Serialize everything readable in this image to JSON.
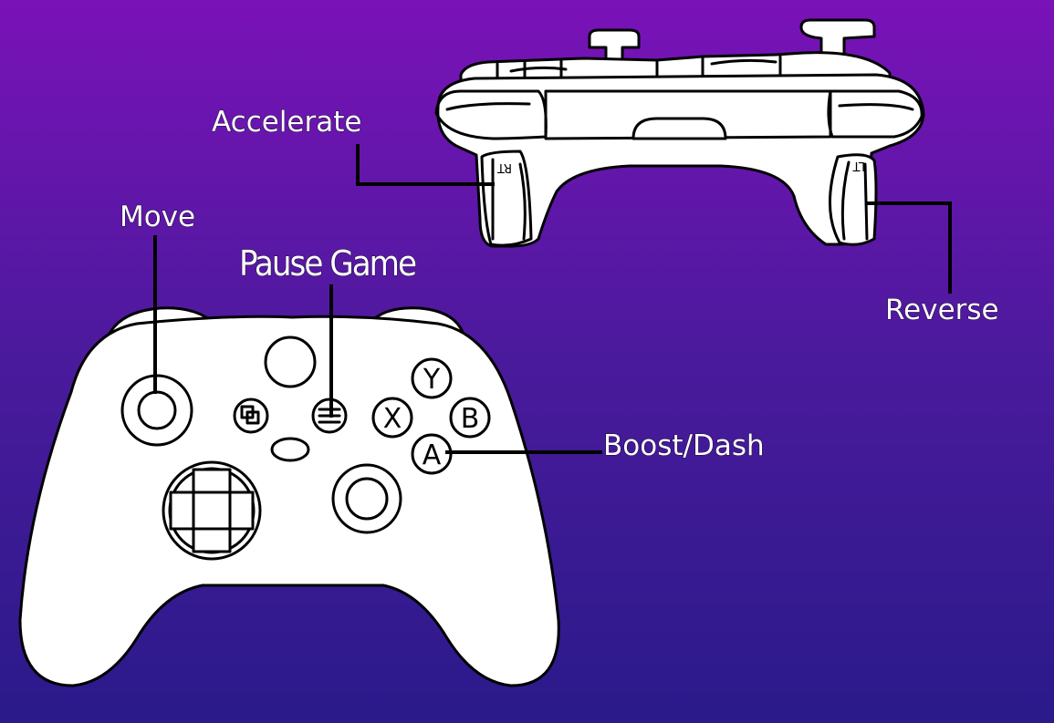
{
  "background": {
    "top": "#7a12b8",
    "bottom": "#2a1a8a"
  },
  "labels": {
    "accelerate": "Accelerate",
    "move": "Move",
    "pause_game": "Pause Game",
    "reverse": "Reverse",
    "boost_dash": "Boost/Dash"
  },
  "face_buttons": {
    "y": "Y",
    "x": "X",
    "b": "B",
    "a": "A"
  },
  "triggers": {
    "right": "RT",
    "left": "LT"
  },
  "icons": {
    "view_button": "view-button-icon",
    "menu_button": "menu-button-icon",
    "guide_button": "guide-button-icon",
    "share_button": "share-button-icon",
    "dpad": "dpad-icon"
  }
}
